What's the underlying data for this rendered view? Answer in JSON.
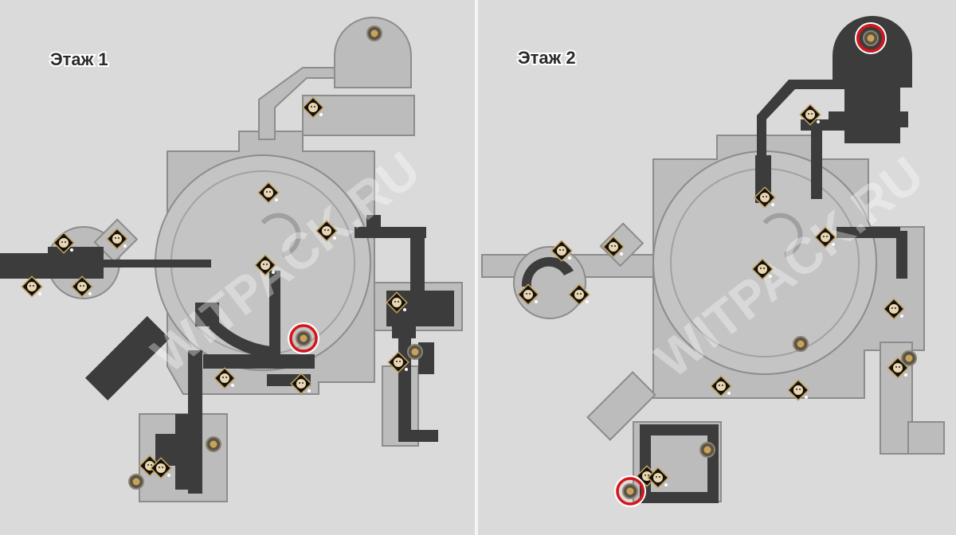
{
  "floors": [
    {
      "label": "Этаж 1"
    },
    {
      "label": "Этаж 2"
    }
  ],
  "watermark": "WITPACK.RU",
  "colors": {
    "background": "#d9d9d9",
    "room": "#bdbdbd",
    "room_edge": "#8a8a8a",
    "corridor": "#3c3c3c",
    "highlight_ring": "#d9141b",
    "marker_gold": "#c9a25a"
  },
  "icons": [
    "chest-diamond-icon",
    "round-marker-icon",
    "highlight-ring-icon"
  ]
}
